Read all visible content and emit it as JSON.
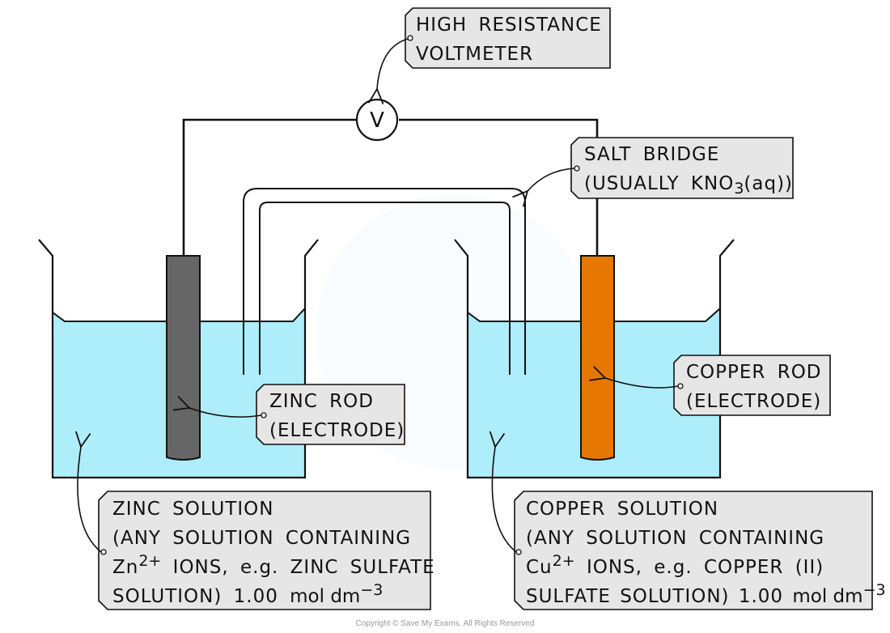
{
  "title": "Electrochemical cell: zinc and copper half-cells",
  "colors": {
    "solution": "#aeeefa",
    "zinc_rod": "#666666",
    "copper_rod": "#e67700",
    "label_bg": "#e6e6e6",
    "line": "#111111"
  },
  "voltmeter": {
    "symbol": "V",
    "label_lines": [
      "HIGH RESISTANCE",
      "VOLTMETER"
    ]
  },
  "salt_bridge": {
    "label_line1": "SALT BRIDGE",
    "label_line2_pre": "(USUALLY KNO",
    "label_line2_sub": "3",
    "label_line2_post": "(aq))"
  },
  "zinc_rod": {
    "label_lines": [
      "ZINC ROD",
      "(ELECTRODE)"
    ]
  },
  "copper_rod": {
    "label_lines": [
      "COPPER ROD",
      "(ELECTRODE)"
    ]
  },
  "zinc_solution": {
    "line1": "ZINC SOLUTION",
    "line2": "(ANY SOLUTION CONTAINING",
    "line3_ion": "Zn",
    "line3_charge": "2+",
    "line3_rest": " IONS, e.g. ZINC SULFATE",
    "line4_pre": "SOLUTION) 1.00 ",
    "line4_unit": "mol dm",
    "line4_exp": "−3"
  },
  "copper_solution": {
    "line1": "COPPER SOLUTION",
    "line2": "(ANY SOLUTION CONTAINING",
    "line3_ion": "Cu",
    "line3_charge": "2+",
    "line3_rest": " IONS, e.g. COPPER (II)",
    "line4_pre": "SULFATE SOLUTION) 1.00 ",
    "line4_unit": "mol dm",
    "line4_exp": "−3"
  },
  "copyright": "Copyright © Save My Exams. All Rights Reserved"
}
